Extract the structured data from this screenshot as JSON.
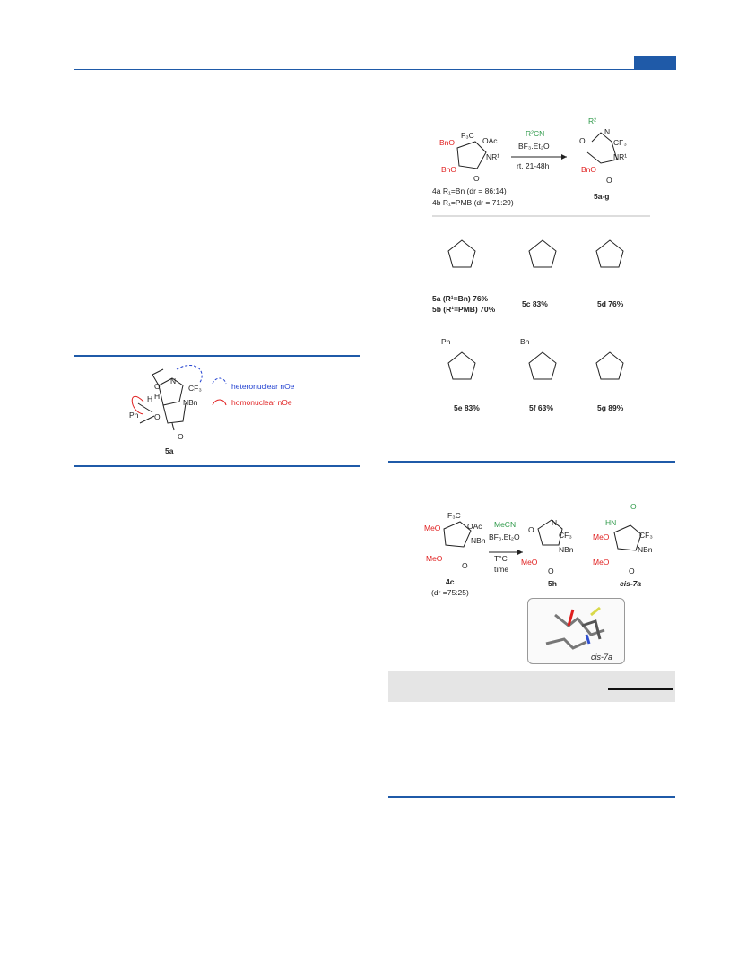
{
  "scheme_top": {
    "reagent_top": "R²CN",
    "reagent_mid": "BF₃.Et₂O",
    "conditions": "rt, 21-48h",
    "start_labels": [
      "F₃C",
      "OAc",
      "BnO",
      "NR¹",
      "BnO",
      "O"
    ],
    "product_labels": [
      "R²",
      "N",
      "O",
      "CF₃",
      "NR¹",
      "BnO",
      "O"
    ],
    "product_id": "5a-g",
    "sm_a": "4a  R₁=Bn (dr = 86:14)",
    "sm_b": "4b  R₁=PMB (dr = 71:29)",
    "products": [
      {
        "id": "5a (R¹=Bn) 76%",
        "id2": "5b (R¹=PMB) 70%"
      },
      {
        "id": "5c 83%"
      },
      {
        "id": "5d 76%"
      },
      {
        "id": "5e 83%"
      },
      {
        "id": "5f 63%"
      },
      {
        "id": "5g 89%"
      }
    ],
    "subst_labels": [
      "Ph",
      "Bn"
    ]
  },
  "noe_figure": {
    "compound": "5a",
    "legend_hetero": "heteronuclear nOe",
    "legend_homo": "homonuclear nOe",
    "atoms": [
      "N",
      "O",
      "CF₃",
      "NBn",
      "H",
      "H",
      "Ph",
      "O",
      "O"
    ]
  },
  "scheme_bottom": {
    "sm_label": "4c",
    "sm_dr": "(dr =75:25)",
    "reagent1": "MeCN",
    "reagent2": "BF₃.Et₂O",
    "temp": "T°C",
    "time": "time",
    "prod1": "5h",
    "plus": "+",
    "prod2": "cis-7a",
    "xray_label": "cis-7a",
    "labels": [
      "F₃C",
      "OAc",
      "MeO",
      "NBn",
      "MeO",
      "O",
      "N",
      "O",
      "CF₃",
      "NBn",
      "MeO",
      "O",
      "O",
      "HN",
      "CF₃",
      "MeO",
      "NBn",
      "MeO",
      "O"
    ]
  }
}
